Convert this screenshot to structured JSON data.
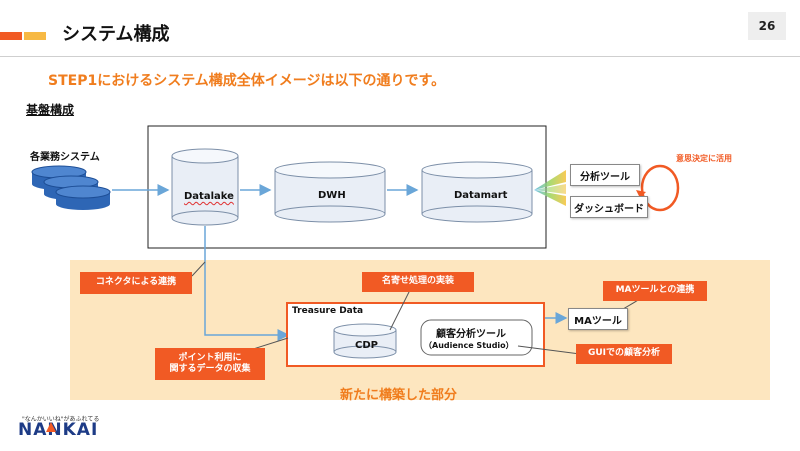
{
  "header": {
    "title": "システム構成",
    "page_number": "26",
    "accent_colors": [
      "#f15a24",
      "#f7b944"
    ]
  },
  "subtitle": "STEP1におけるシステム構成全体イメージは以下の通りです。",
  "section_label": "基盤構成",
  "diagram": {
    "sources_label": "各業務システム",
    "nodes": {
      "datalake": "Datalake",
      "dwh": "DWH",
      "datamart": "Datamart",
      "cdp": "CDP",
      "treasure_data": "Treasure Data",
      "customer_analysis_title": "顧客分析ツール",
      "customer_analysis_sub": "（Audience Studio）"
    },
    "outputs": {
      "analysis_tool": "分析ツール",
      "dashboard": "ダッシュボード",
      "decision_label": "意思決定に活用",
      "ma_tool": "MAツール"
    },
    "callouts": {
      "connector": "コネクタによる連携",
      "name_matching": "名寄せ処理の実装",
      "point_line1": "ポイント利用に",
      "point_line2": "関するデータの収集",
      "ma_integration": "MAツールとの連携",
      "gui_analysis": "GUIでの顧客分析"
    },
    "new_section_label": "新たに構築した部分",
    "colors": {
      "orange": "#f15a24",
      "highlight_bg": "#fde6bf",
      "cylinder": "#e9eef6",
      "source_db": "#2e66b5"
    }
  },
  "logo": {
    "tagline": "\"なんかいいね\"があふれてる",
    "name": "NANKAI"
  }
}
